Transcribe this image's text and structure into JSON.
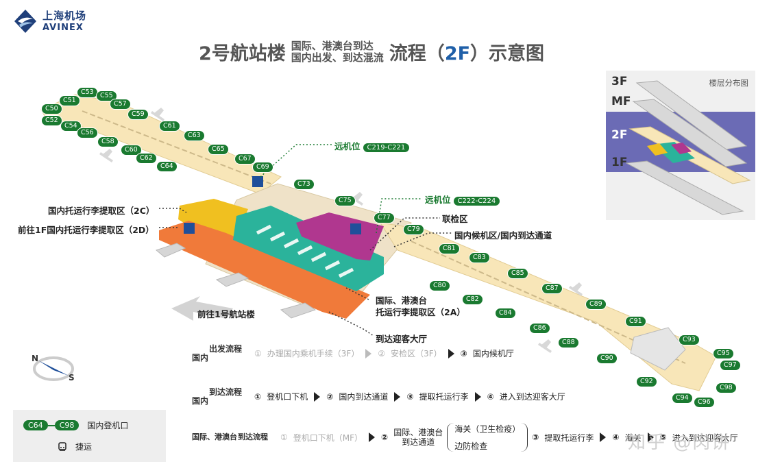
{
  "logo": {
    "cn": "上海机场",
    "en": "AVINEX"
  },
  "title": {
    "main": "2号航站楼",
    "sub_line1": "国际、港澳台到达",
    "sub_line2": "国内出发、到达混流",
    "end_prefix": "流程（",
    "end_hl": "2F",
    "end_suffix": "）示意图"
  },
  "labels": {
    "remote_stand_1": "远机位",
    "remote_stand_1_range": "C219-C221",
    "remote_stand_2": "远机位",
    "remote_stand_2_range": "C222-C224",
    "baggage_2c": "国内托运行李提取区（2C）",
    "baggage_2d": "前往1F国内托运行李提取区（2D）",
    "inspection": "联检区",
    "domestic_waiting": "国内候机区/国内到达通道",
    "intl_baggage_line1": "国际、港澳台",
    "intl_baggage_line2": "托运行李提取区（2A）",
    "arrival_hall": "到达迎客大厅",
    "to_t1": "前往1号航站楼"
  },
  "gates": [
    "C50",
    "C51",
    "C52",
    "C53",
    "C54",
    "C55",
    "C56",
    "C57",
    "C58",
    "C59",
    "C60",
    "C61",
    "C62",
    "C63",
    "C64",
    "C65",
    "C67",
    "C69",
    "C73",
    "C75",
    "C77",
    "C79",
    "C80",
    "C81",
    "C82",
    "C83",
    "C84",
    "C85",
    "C86",
    "C87",
    "C88",
    "C89",
    "C90",
    "C91",
    "C92",
    "C93",
    "C94",
    "C95",
    "C96",
    "C97",
    "C98"
  ],
  "inset": {
    "title": "楼层分布图",
    "floors": [
      "3F",
      "MF",
      "2F",
      "1F"
    ]
  },
  "compass": {
    "n": "N",
    "s": "S"
  },
  "legend": {
    "gate_from": "C64",
    "gate_to": "C98",
    "gate_label": "国内登机口",
    "metro_label": "捷运"
  },
  "flows": {
    "domestic_departure": {
      "head": [
        "出发流程",
        "国内"
      ],
      "steps": [
        "办理国内乘机手续（3F）",
        "安检区（3F）",
        "国内候机厅"
      ],
      "nums": [
        "①",
        "②",
        "③"
      ]
    },
    "domestic_arrival": {
      "head": [
        "到达流程",
        "国内"
      ],
      "steps": [
        "登机口下机",
        "国内到达通道",
        "提取托运行李",
        "进入到达迎客大厅"
      ],
      "nums": [
        "①",
        "②",
        "③",
        "④"
      ]
    },
    "intl_arrival": {
      "head": [
        "到达流程",
        "国际、港澳台"
      ],
      "step1": "登机口下机（MF）",
      "step2_line1": "国际、港澳台",
      "step2_line2": "到达通道",
      "brace_top": "海关（卫生检疫）",
      "brace_bottom": "边防检查",
      "step3": "提取托运行李",
      "step4": "海关",
      "step5": "进入到达迎客大厅",
      "nums": [
        "①",
        "②",
        "③",
        "④",
        "⑤"
      ]
    }
  },
  "watermark": "知乎 @肉饼",
  "colors": {
    "gate_green": "#1a7a30",
    "concourse": "#f8e6b8",
    "yellow_2c": "#f0c020",
    "teal_2a": "#2bb39b",
    "magenta_inspection": "#b0378f",
    "orange_hall": "#f07a3a",
    "floor_highlight": "#6b6bb5",
    "title_blue": "#1f5fa8"
  }
}
